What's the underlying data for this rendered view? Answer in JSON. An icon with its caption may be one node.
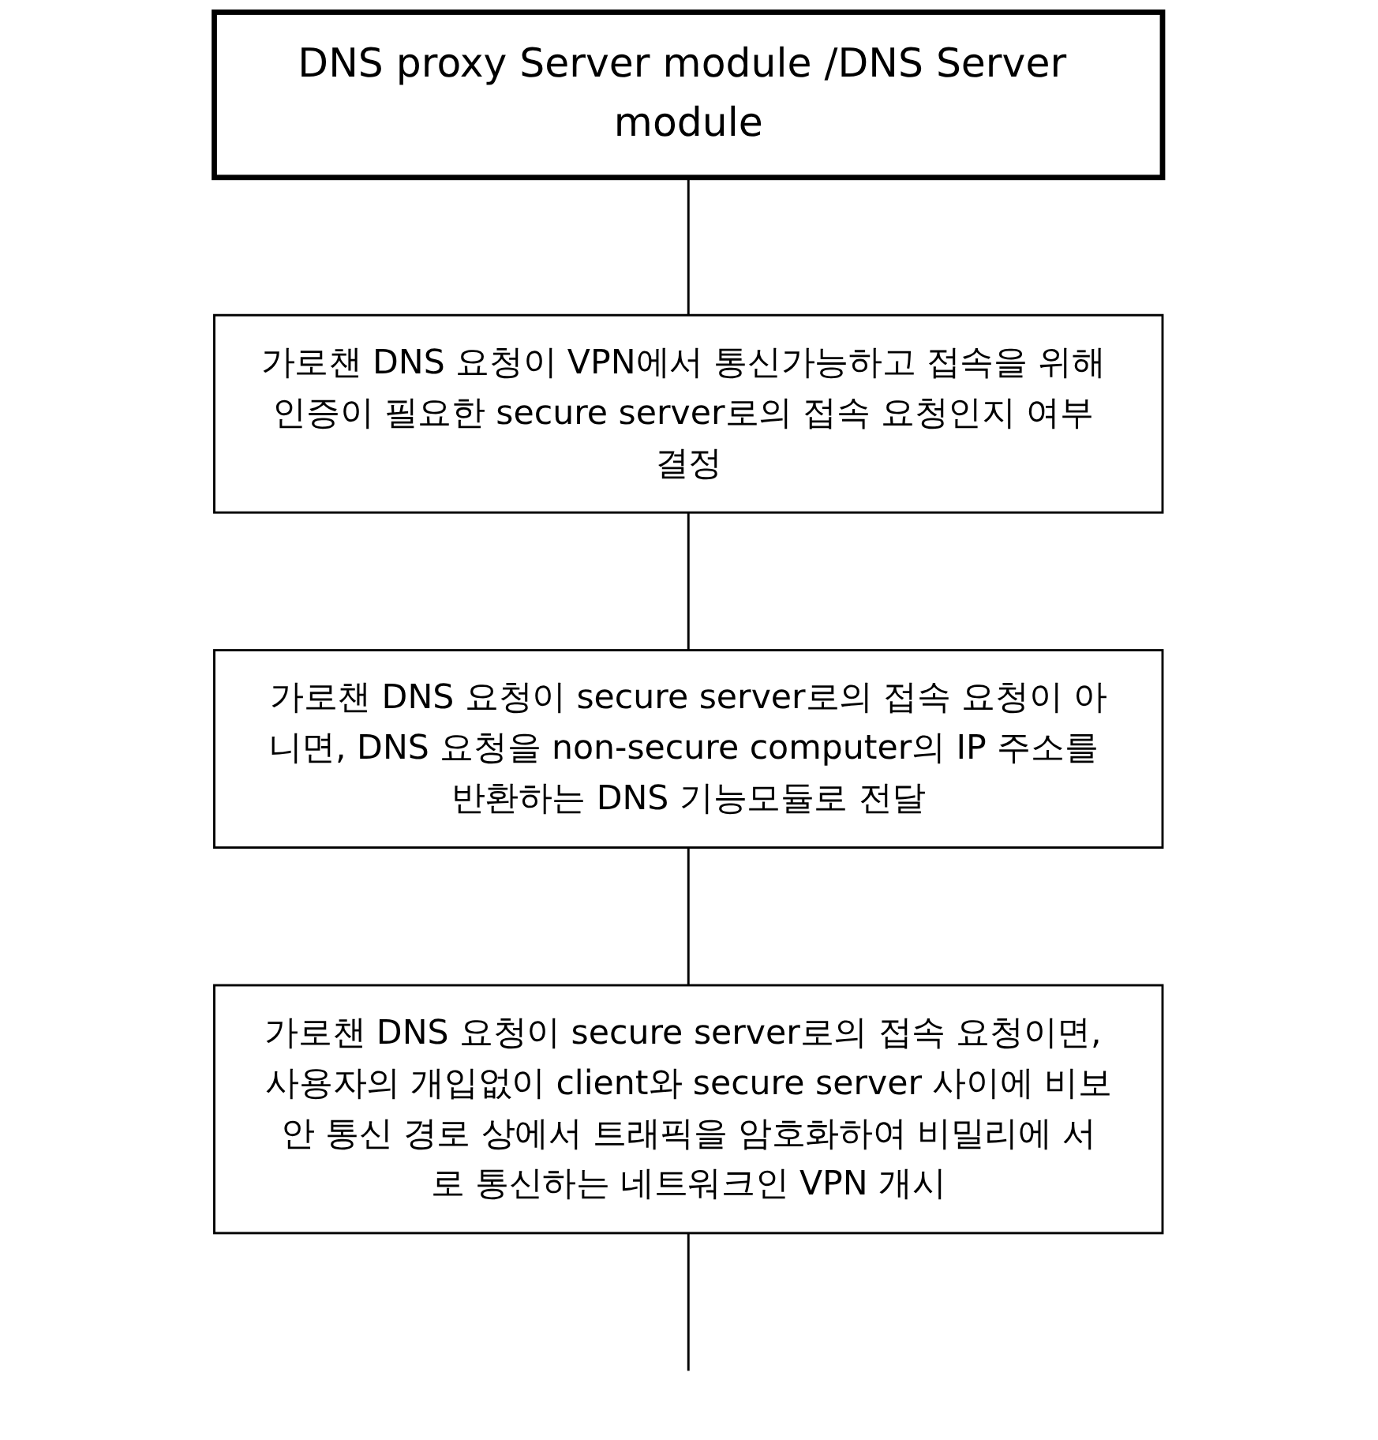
{
  "diagram": {
    "nodes": [
      {
        "text": [
          "DNS proxy Server module /DNS Server module"
        ]
      },
      {
        "text": [
          "가로챈 DNS 요청이 VPN에서 통신가능하고 접속을 위해 인증이 필요한 secure server로의 접속 요청인지 여부 결정"
        ]
      },
      {
        "text": [
          "가로챈 DNS 요청이 secure server로의 접속 요청이 아니면, DNS 요청을 non-secure computer의 IP 주소를 반환하는 DNS 기능모듈로 전달"
        ]
      },
      {
        "text": [
          "가로챈 DNS 요청이 secure server로의 접속 요청이면, 사용자의 개입없이 client와 secure server 사이에 비보안 통신 경로 상에서 트래픽을 암호화하여 비밀리에 서로 통신하는 네트워크인 VPN 개시"
        ]
      }
    ],
    "edges": [
      {
        "from": 0,
        "to": 1,
        "arrow": "none"
      },
      {
        "from": 1,
        "to": 2,
        "arrow": "none"
      },
      {
        "from": 2,
        "to": 3,
        "arrow": "none"
      },
      {
        "from": 3,
        "to": null,
        "arrow": "none"
      }
    ]
  }
}
